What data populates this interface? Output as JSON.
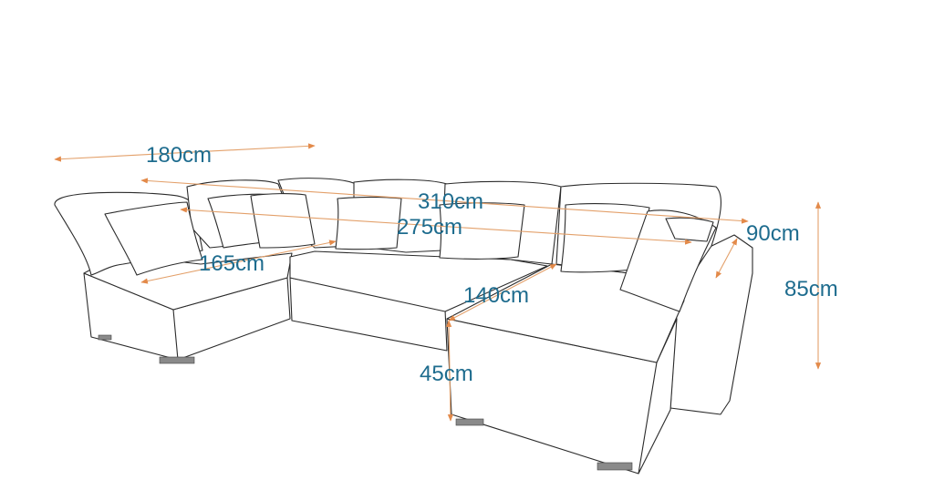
{
  "dimensions": {
    "width_left": "180cm",
    "width_total": "310cm",
    "width_back": "275cm",
    "seat_depth_left": "165cm",
    "chaise_length": "140cm",
    "depth": "90cm",
    "height": "85cm",
    "seat_height": "45cm"
  },
  "colors": {
    "label": "#1e6c8e",
    "dimension_line": "#e3a06a",
    "outline": "#2b2b2b"
  }
}
